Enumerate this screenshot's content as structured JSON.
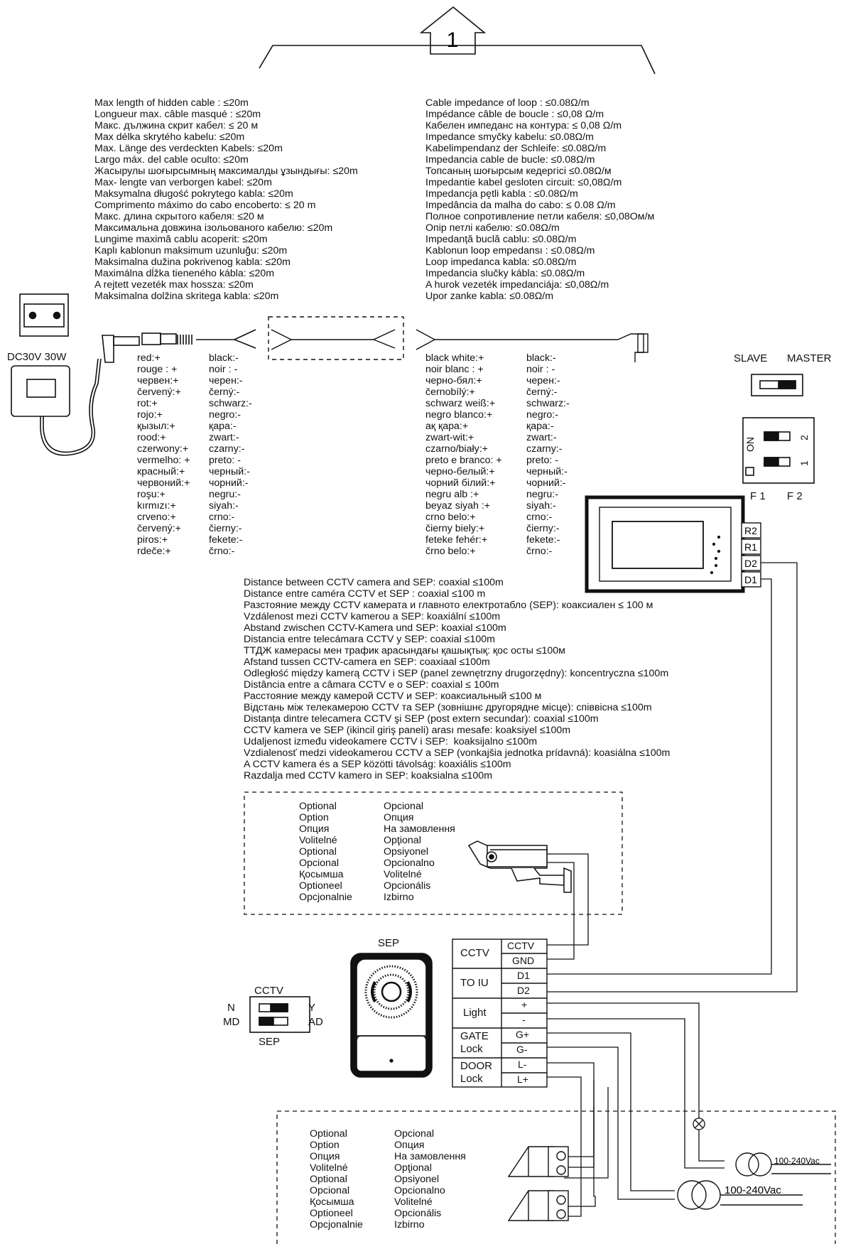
{
  "step_number": "1",
  "power": {
    "label": "DC30V 30W"
  },
  "cable_length": {
    "left": [
      "Max length of hidden cable : ≤20m",
      "Longueur max. câble masqué : ≤20m",
      "Макс. дължина скрит кабел: ≤ 20 м",
      "Max délka skrytého kabelu: ≤20m",
      "Max. Länge des verdeckten Kabels: ≤20m",
      "Largo máx. del cable oculto: ≤20m",
      "Жасырулы шоғырсымның максималды ұзындығы: ≤20m",
      "Max- lengte van verborgen kabel: ≤20m",
      "Maksymalna długość pokrytego kabla: ≤20m",
      "Comprimento máximo do cabo encoberto: ≤ 20 m",
      "Макс. длина скрытого кабеля: ≤20 м",
      "Максимальна довжина ізольованого кабелю: ≤20m",
      "Lungime maximă cablu acoperit: ≤20m",
      "Kaplı kablonun maksimum uzunluğu: ≤20m",
      "Maksimalna dužina pokrivenog kabla: ≤20m",
      "Maximálna dĺžka tieneného kábla: ≤20m",
      "A rejtett vezeték max hossza: ≤20m",
      "Maksimalna dolžina skritega kabla: ≤20m"
    ],
    "right": [
      "Cable impedance of loop : ≤0.08Ω/m",
      "Impédance câble de boucle : ≤0,08 Ω/m",
      "Кабелен импеданс на контура: ≤ 0,08 Ω/m",
      "Impedance smyčky kabelu: ≤0.08Ω/m",
      "Kabelimpendanz der Schleife: ≤0.08Ω/m",
      "Impedancia cable de bucle: ≤0.08Ω/m",
      "Топсаның шоғырсым кедергісі ≤0.08Ω/м",
      "Impedantie kabel gesloten circuit: ≤0,08Ω/m",
      "Impedancja pętli kabla : ≤0.08Ω/m",
      "Impedância da malha do cabo: ≤ 0.08 Ω/m",
      "Полное сопротивление петли кабеля: ≤0,08Ом/м",
      "Опір петлі кабелю: ≤0.08Ω/m",
      "Impedanță buclă cablu: ≤0.08Ω/m",
      "Kablonun loop empedansı : ≤0.08Ω/m",
      "Loop impedanca kabla: ≤0.08Ω/m",
      "Impedancia slučky kábla: ≤0.08Ω/m",
      "A hurok vezeték impedanciája: ≤0,08Ω/m",
      "Upor zanke kabla: ≤0.08Ω/m"
    ]
  },
  "wire_colors": {
    "left_plus": [
      "red:+",
      "rouge : +",
      "червен:+",
      "červený:+",
      "rot:+",
      "rojo:+",
      "қызыл:+",
      "rood:+",
      "czerwony:+",
      "vermelho: +",
      "красный:+",
      "червоний:+",
      "roşu:+",
      "kırmızı:+",
      "crveno:+",
      "červený:+",
      "piros:+",
      "rdeče:+"
    ],
    "left_minus": [
      "black:-",
      "noir : -",
      "черен:-",
      "černý:-",
      "schwarz:-",
      "negro:-",
      "қара:-",
      "zwart:-",
      "czarny:-",
      "preto: -",
      "черный:-",
      "чорний:-",
      "negru:-",
      "siyah:-",
      "crno:-",
      "čierny:-",
      "fekete:-",
      "črno:-"
    ],
    "right_plus": [
      "black white:+",
      "noir blanc : +",
      "черно-бял:+",
      "černobílý:+",
      "schwarz weiß:+",
      "negro blanco:+",
      "ақ қара:+",
      "zwart-wit:+",
      "czarno/biały:+",
      "preto e branco: +",
      "черно-белый:+",
      "чорний білий:+",
      "negru alb :+",
      "beyaz siyah :+",
      "crno belo:+",
      "čierny biely:+",
      "feteke fehér:+",
      "črno belo:+"
    ],
    "right_minus": [
      "black:-",
      "noir : -",
      "черен:-",
      "černý:-",
      "schwarz:-",
      "negro:-",
      "қара:-",
      "zwart:-",
      "czarny:-",
      "preto: -",
      "черный:-",
      "чорний:-",
      "negru:-",
      "siyah:-",
      "crno:-",
      "čierny:-",
      "fekete:-",
      "črno:-"
    ]
  },
  "slave_master": {
    "slave": "SLAVE",
    "master": "MASTER"
  },
  "dip": {
    "on": "ON",
    "n1": "1",
    "n2": "2",
    "f1": "F 1",
    "f2": "F 2"
  },
  "monitor_terminals": [
    "R2",
    "R1",
    "D2",
    "D1"
  ],
  "cctv_distance": [
    "Distance between CCTV camera and SEP: coaxial ≤100m",
    "Distance entre caméra CCTV et SEP : coaxial ≤100 m",
    "Разстояние между CCTV камерата и главното електротабло (SEP): коаксиален ≤ 100 м",
    "Vzdálenost mezi CCTV kamerou a SEP: koaxiální ≤100m",
    "Abstand zwischen CCTV-Kamera und SEP: koaxial ≤100m",
    "Distancia entre telecámara CCTV y SEP: coaxial ≤100m",
    "ТТДЖ камерасы мен трафик арасындағы қашықтық: қос осты ≤100м",
    "Afstand tussen CCTV-camera en SEP: coaxiaal ≤100m",
    "Odległość między kamerą CCTV i SEP (panel zewnętrzny drugorzędny): koncentryczna ≤100m",
    "Distância entre a câmara CCTV e o SEP: coaxial ≤ 100m",
    "Расстояние между камерой CCTV и SEP: коаксиальный ≤100 м",
    "Відстань між телекамерою CCTV та SEP (зовнішнє другорядне місце): співвісна ≤100m",
    "Distanța dintre telecamera CCTV şi SEP (post extern secundar): coaxial ≤100m",
    "CCTV kamera ve SEP (ikincil giriş paneli) arası mesafe: koaksiyel ≤100m",
    "Udaljenost između videokamere CCTV i SEP:  koaksijalno ≤100m",
    "Vzdialenosť medzi videokamerou CCTV a SEP (vonkajšia jednotka prídavná): koasiálna ≤100m",
    "A CCTV kamera és a SEP közötti távolság: koaxiális ≤100m",
    "Razdalja med CCTV kamero in SEP: koaksialna ≤100m"
  ],
  "optional_col1": [
    "Optional",
    "Option",
    "Опция",
    "Volitelné",
    "Optional",
    "Opcional",
    "Қосымша",
    "Optioneel",
    "Opcjonalnie"
  ],
  "optional_col2": [
    "Opcional",
    "Опция",
    "На замовлення",
    "Opţional",
    "Opsiyonel",
    "Opcionalno",
    "Volitelné",
    "Opcionális",
    "Izbirno"
  ],
  "sep": {
    "title": "SEP",
    "switch_top": "CCTV",
    "switch_bottom": "SEP",
    "n": "N",
    "md": "MD",
    "y": "Y",
    "ad": "AD"
  },
  "terminals": {
    "groups": [
      "CCTV",
      "TO IU",
      "Light",
      "GATE\nLock",
      "DOOR\nLock"
    ],
    "pins": [
      "CCTV",
      "GND",
      "D1",
      "D2",
      "+",
      "-",
      "G+",
      "G-",
      "L-",
      "L+"
    ]
  },
  "transformers": {
    "small": "100-240Vac",
    "large": "100-240Vac"
  }
}
